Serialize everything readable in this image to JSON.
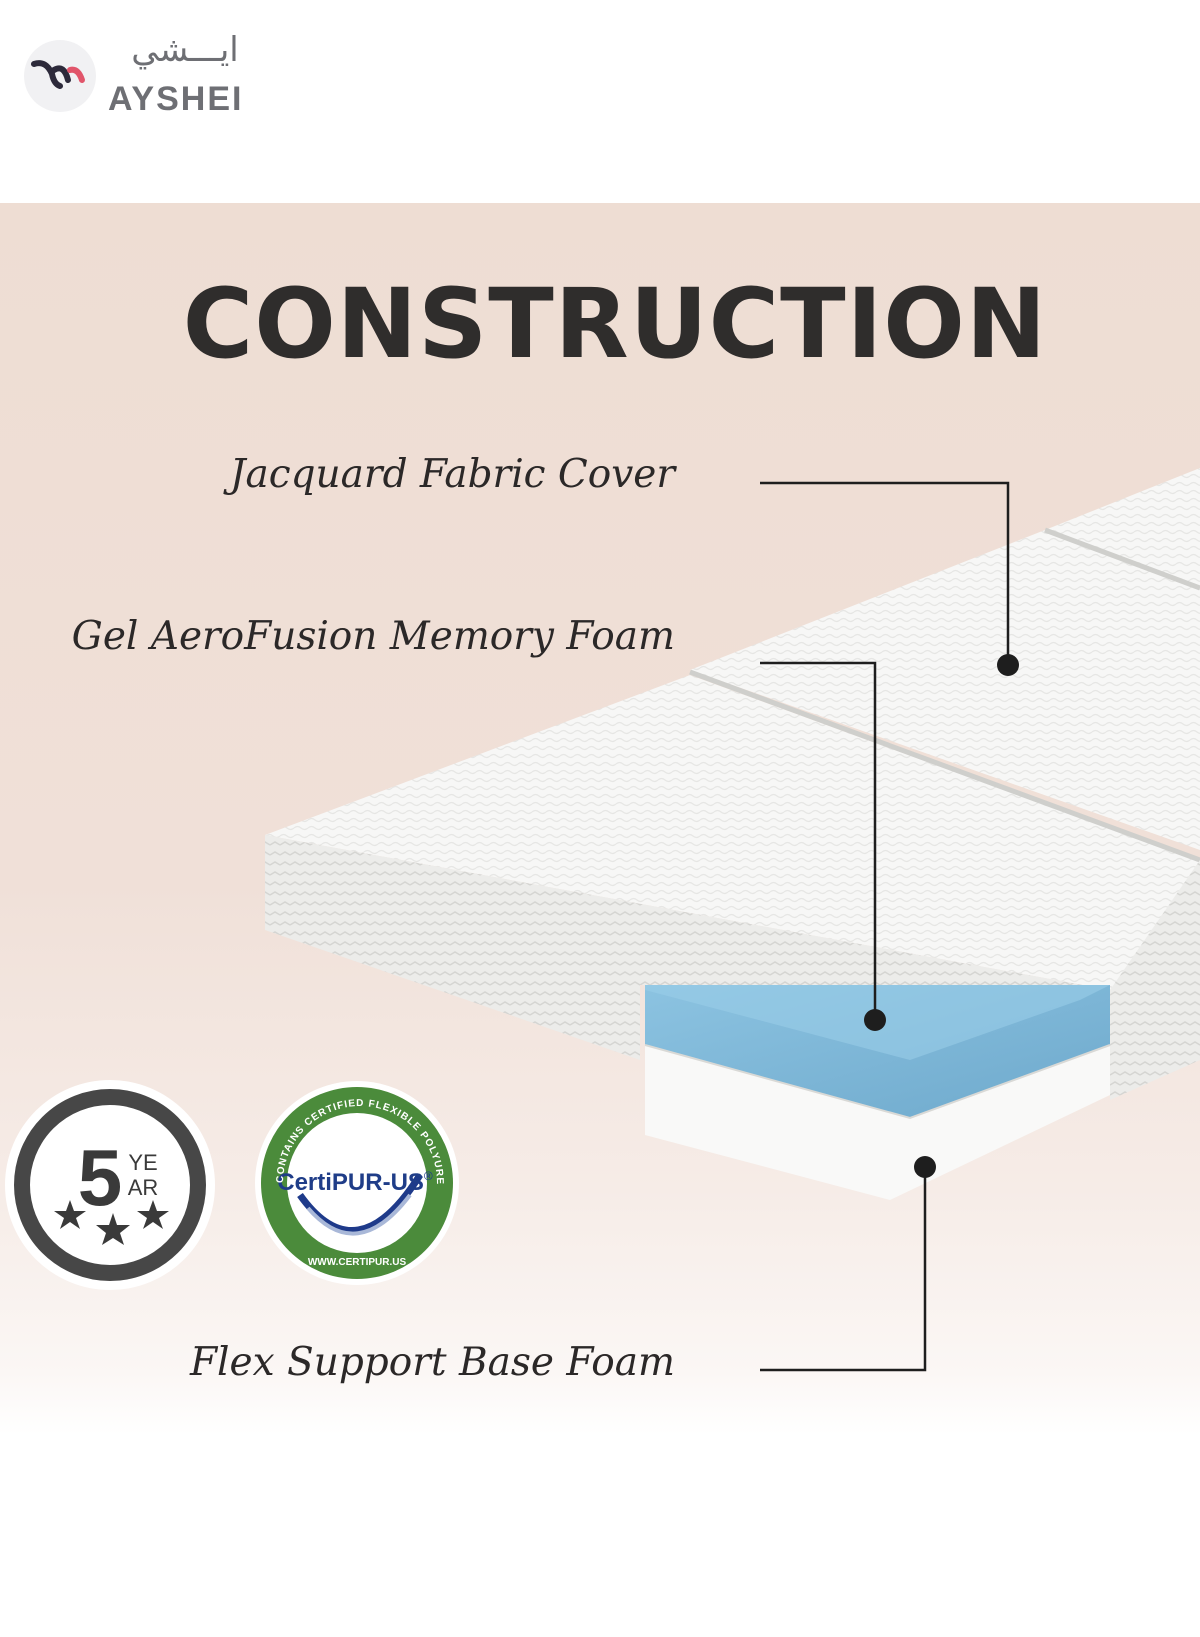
{
  "brand": {
    "arabic_name": "ايـــشي",
    "latin_name": "AYSHEI",
    "logo_icon": "ayshei-logo-icon"
  },
  "heading": "CONSTRUCTION",
  "layers": [
    {
      "label": "Jacquard Fabric Cover"
    },
    {
      "label": "Gel AeroFusion Memory Foam"
    },
    {
      "label": "Flex Support Base Foam"
    }
  ],
  "badges": {
    "warranty": {
      "number": "5",
      "line1": "YE",
      "line2": "AR"
    },
    "certipur": {
      "name": "CertiPUR-US",
      "mark": "®",
      "ring_text": "CONTAINS CERTIFIED FLEXIBLE POLYURETHANE FOAM",
      "url": "WWW.CERTIPUR.US"
    }
  },
  "colors": {
    "panel": "#eeddd3",
    "gel_blue": "#7fb8d8",
    "badge_green": "#4b8b3b",
    "text_dark": "#2f2d2c"
  }
}
